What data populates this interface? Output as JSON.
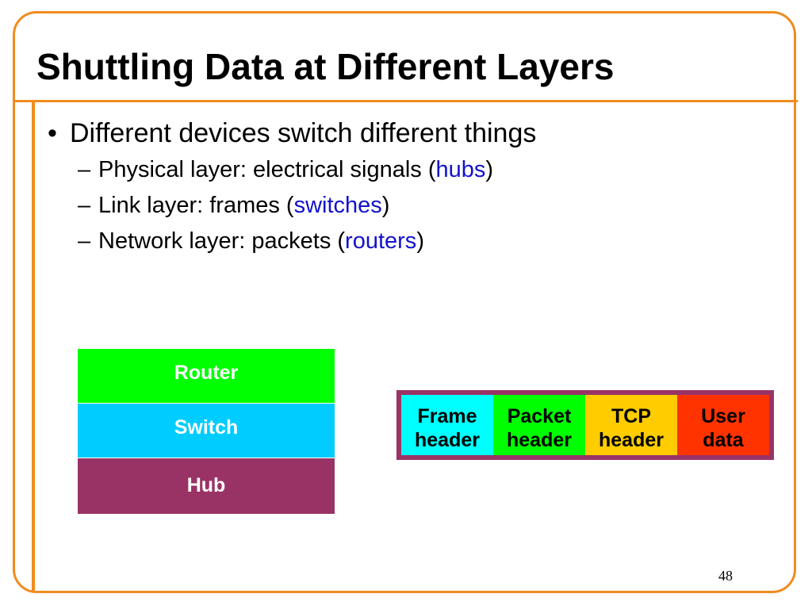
{
  "slide": {
    "title": "Shuttling Data at Different Layers",
    "page_number": "48"
  },
  "bullets": {
    "main_marker": "•",
    "main_text": "Different devices switch different things",
    "sub_marker": "–",
    "items": [
      {
        "prefix": "Physical layer: electrical signals (",
        "device": "hubs",
        "suffix": ")"
      },
      {
        "prefix": "Link layer: frames (",
        "device": "switches",
        "suffix": ")"
      },
      {
        "prefix": "Network layer: packets (",
        "device": "routers",
        "suffix": ")"
      }
    ]
  },
  "device_stack": {
    "layers": [
      "Router",
      "Switch",
      "Hub"
    ]
  },
  "packet_format": {
    "fields": [
      {
        "line1": "Frame",
        "line2": "header"
      },
      {
        "line1": "Packet",
        "line2": "header"
      },
      {
        "line1": "TCP",
        "line2": "header"
      },
      {
        "line1": "User",
        "line2": "data"
      }
    ]
  },
  "colors": {
    "frame_border": "#f08c1e",
    "device_text": "#1212cc",
    "router": "#00ff00",
    "switch": "#00ccff",
    "hub": "#993366",
    "frame_header": "#00ffff",
    "packet_header": "#00ff00",
    "tcp_header": "#ffcc00",
    "user_data": "#ff3300"
  }
}
